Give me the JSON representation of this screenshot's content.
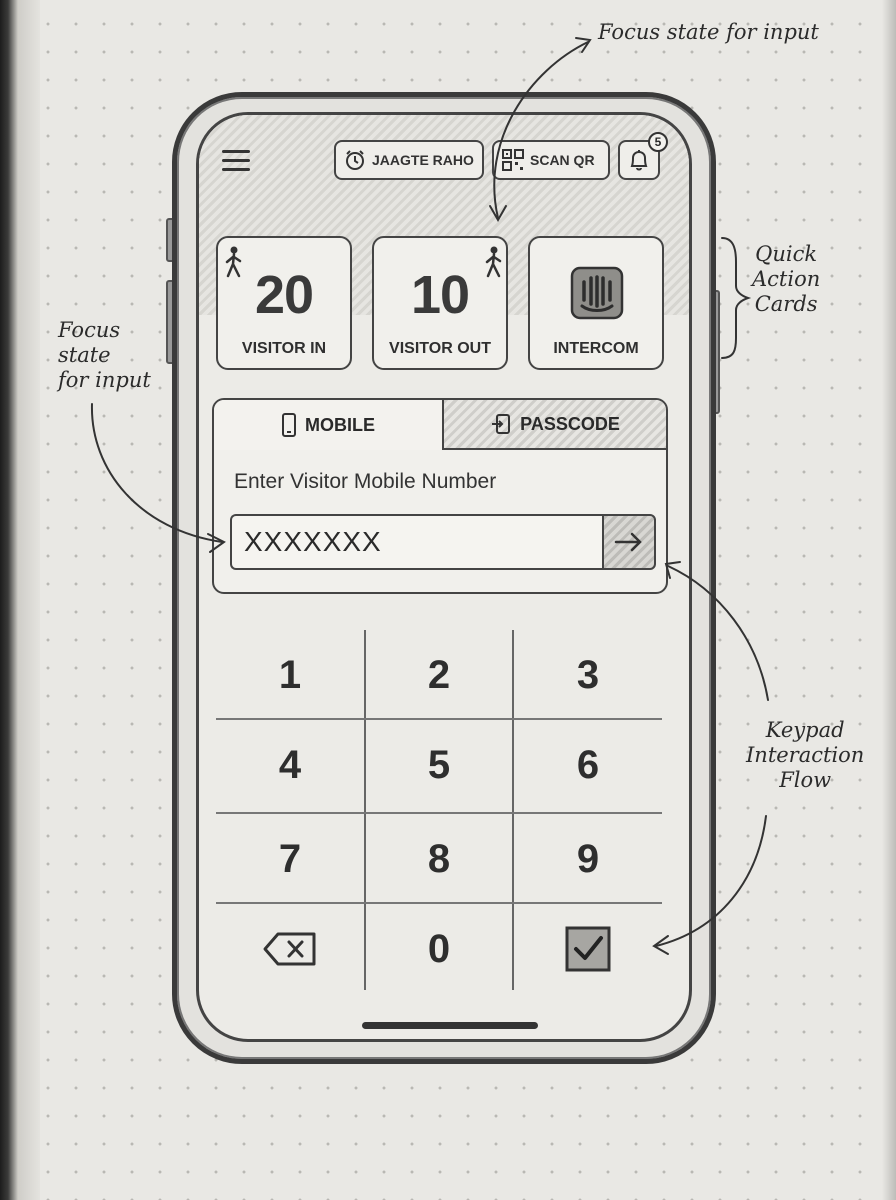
{
  "header": {
    "jaagte_raho_label": "JAAGTE RAHO",
    "scan_qr_label": "SCAN QR",
    "notification_count": "5"
  },
  "cards": [
    {
      "value": "20",
      "label": "VISITOR IN"
    },
    {
      "value": "10",
      "label": "VISITOR OUT"
    },
    {
      "value": "",
      "label": "INTERCOM"
    }
  ],
  "tabs": {
    "mobile_label": "MOBILE",
    "passcode_label": "PASSCODE",
    "active": "MOBILE"
  },
  "entry": {
    "prompt": "Enter Visitor Mobile Number",
    "value": "XXXXXXX"
  },
  "keypad": {
    "keys": [
      "1",
      "2",
      "3",
      "4",
      "5",
      "6",
      "7",
      "8",
      "9",
      "0"
    ]
  },
  "annotations": {
    "top": "Focus state for input",
    "left_line1": "Focus",
    "left_line2": "state",
    "left_line3": "for input",
    "right_cards_line1": "Quick",
    "right_cards_line2": "Action",
    "right_cards_line3": "Cards",
    "keypad_line1": "Keypad",
    "keypad_line2": "Interaction",
    "keypad_line3": "Flow"
  }
}
